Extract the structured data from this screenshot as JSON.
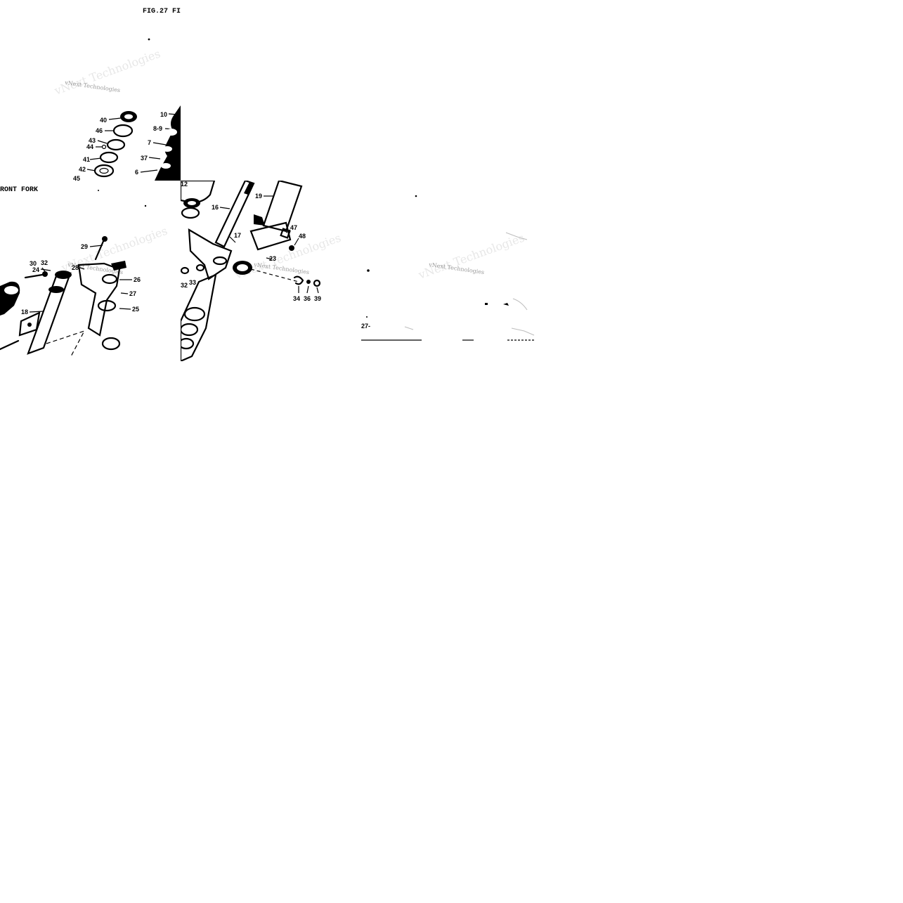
{
  "figure": {
    "header_top": "FIG.27  FI",
    "header_left": "RONT FORK"
  },
  "watermark": {
    "text": "vNext Technologies"
  },
  "tile_a": {
    "labels": [
      "40",
      "46",
      "43",
      "44",
      "41",
      "42",
      "45",
      "10",
      "8-9",
      "7",
      "37",
      "6"
    ]
  },
  "tile_b": {
    "labels": [
      "29",
      "30",
      "32",
      "28",
      "26",
      "27",
      "24",
      "25",
      "18"
    ]
  },
  "tile_c": {
    "labels": [
      "12",
      "16",
      "19",
      "17",
      "47",
      "48",
      "23",
      "32",
      "33",
      "34",
      "36",
      "39"
    ]
  },
  "tile_d": {
    "labels": [
      "27-"
    ]
  }
}
